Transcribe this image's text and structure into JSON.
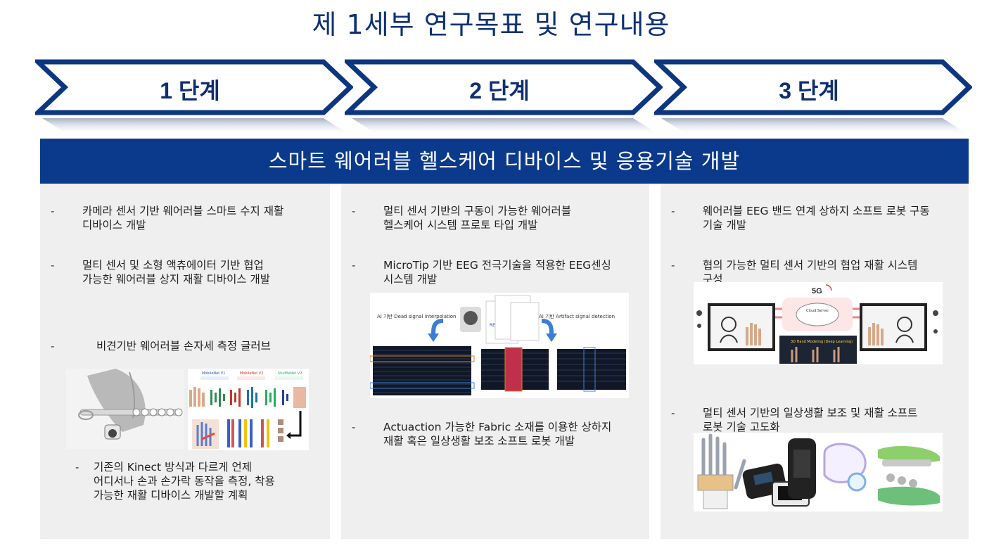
{
  "title": "제 1세부 연구목표 및 연구내용",
  "stages": [
    {
      "label": "1 단계"
    },
    {
      "label": "2 단계"
    },
    {
      "label": "3 단계"
    }
  ],
  "banner": "스마트 웨어러블 헬스케어 디바이스 및 응용기술 개발",
  "bullet": "-",
  "panel1": {
    "item1_l1": "카메라 센서 기반 웨어러블 스마트 수지 재활",
    "item1_l2": "디바이스 개발",
    "item2_l1": "멀티 센서 및 소형 액츄에이터 기반 협업",
    "item2_l2": "가능한 웨어러블 상지 재활 디바이스 개발",
    "item3": "비견기반 웨어러블 손자세 측정 글러브",
    "sub_l1": "기존의 Kinect 방식과 다르게 언제",
    "sub_l2": "어디서나 손과 손가락 동작을 측정, 착용",
    "sub_l3": "가능한 재활 디바이스 개발할 계획",
    "fig": {
      "model_a": "MobileNet V1",
      "model_b": "MobileNet V2",
      "model_c": "ShuffleNet V2"
    }
  },
  "panel2": {
    "item1_l1": "멀티 센서 기반의 구동이 가능한 웨어러블",
    "item1_l2": "헬스케어 시스템 프로토 타입 개발",
    "item2_l1": "MicroTip 기반 EEG 전극기술을 적용한 EEG센싱",
    "item2_l2": "시스템 개발",
    "item3_l1": "Actuaction 가능한 Fabric 소재를 이용한 상하지",
    "item3_l2": "재활 혹은 일상생활 보조 소프트 로봇 개발",
    "fig": {
      "left_label": "AI 기반 Dead signal interpolation",
      "right_label": "AI 기반 Artifact signal detection",
      "report": "REPORT"
    }
  },
  "panel3": {
    "item1_l1": "웨어러블 EEG 밴드 연계 상하지 소프트 로봇 구동",
    "item1_l2": "기술 개발",
    "item2_l1": "협의 가능한 멀티 센서 기반의 협업 재활 시스템",
    "item2_l2": "구성",
    "item3_l1": "멀티 센서 기반의 일상생활 보조 및 재활 소프트",
    "item3_l2": "로봇 기술 고도화",
    "fig": {
      "network": "5G",
      "cloud": "Cloud Server",
      "modeling": "3D Hand Modeling (Deep Learning)"
    }
  },
  "colors": {
    "navy": "#0b3a8c",
    "title": "#0d3175",
    "panel": "#efefef"
  }
}
